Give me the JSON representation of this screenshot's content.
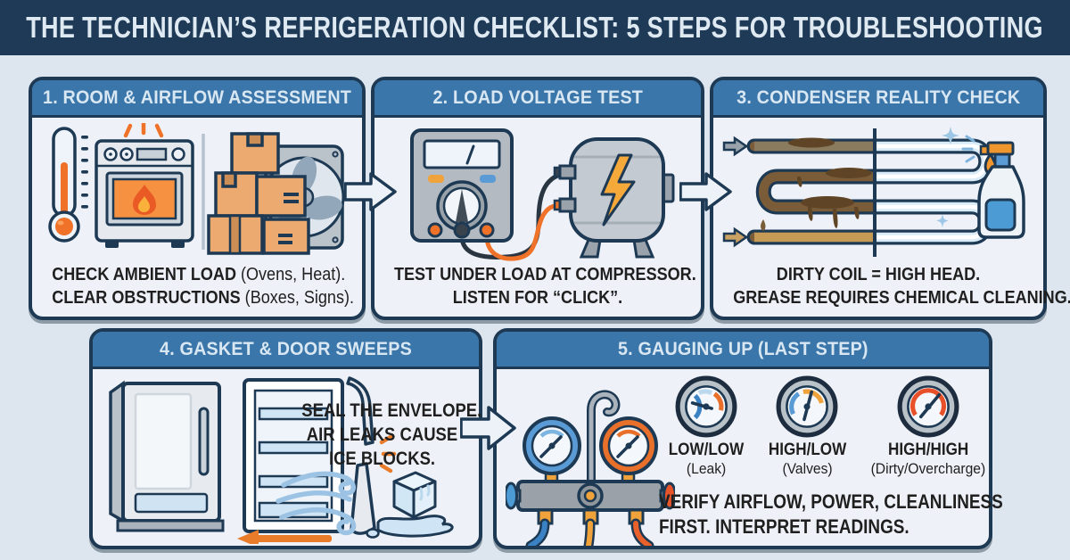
{
  "banner": {
    "title": "THE TECHNICIAN’S REFRIGERATION CHECKLIST: 5 STEPS FOR TROUBLESHOOTING"
  },
  "colors": {
    "banner_bg": "#1e3a56",
    "page_bg": "#dde6ef",
    "card_header_bg": "#3a76a9",
    "card_header_text": "#d9e7f3",
    "card_body_bg": "#eef2f8",
    "card_border": "#1d3953",
    "caption_text": "#1f1f1f",
    "accent_orange": "#f07228",
    "accent_blue": "#4d9bd5",
    "dirty_brown": "#7b5c38",
    "clean_blue": "#d9ecf8"
  },
  "steps": [
    {
      "title": "1.  ROOM & AIRFLOW ASSESSMENT",
      "caption": [
        {
          "bold": "CHECK AMBIENT LOAD",
          "regular": " (Ovens, Heat)."
        },
        {
          "bold": "CLEAR OBSTRUCTIONS",
          "regular": " (Boxes, Signs)."
        }
      ],
      "icons": [
        "thermometer-icon",
        "oven-icon",
        "boxes-icon",
        "fan-icon"
      ]
    },
    {
      "title": "2. LOAD VOLTAGE TEST",
      "caption": [
        {
          "bold": "TEST UNDER LOAD AT COMPRESSOR.",
          "regular": ""
        },
        {
          "bold": "LISTEN FOR “CLICK”.",
          "regular": ""
        }
      ],
      "icons": [
        "multimeter-icon",
        "compressor-icon"
      ]
    },
    {
      "title": "3. CONDENSER REALITY CHECK",
      "caption": [
        {
          "bold": "DIRTY COIL = HIGH HEAD.",
          "regular": ""
        },
        {
          "bold": "GREASE REQUIRES CHEMICAL CLEANING.",
          "regular": ""
        }
      ],
      "icons": [
        "condenser-coil-icon",
        "spray-bottle-icon",
        "sparkle-icon"
      ]
    },
    {
      "title": "4. GASKET & DOOR SWEEPS",
      "caption": [
        {
          "bold": "SEAL THE ENVELOPE.",
          "regular": ""
        },
        {
          "bold": "AIR LEAKS CAUSE",
          "regular": ""
        },
        {
          "bold": "ICE BLOCKS.",
          "regular": ""
        }
      ],
      "icons": [
        "refrigerator-icon",
        "open-door-icon",
        "airflow-icon",
        "ice-cube-icon"
      ]
    },
    {
      "title": "5. GAUGING UP (LAST STEP)",
      "legend": [
        {
          "label": "LOW/LOW",
          "sub": "(Leak)"
        },
        {
          "label": "HIGH/LOW",
          "sub": "(Valves)"
        },
        {
          "label": "HIGH/HIGH",
          "sub": "(Dirty/Overcharge)"
        }
      ],
      "caption": [
        {
          "bold": "VERIFY AIRFLOW, POWER, CLEANLINESS",
          "regular": ""
        },
        {
          "bold": "FIRST. INTERPRET READINGS.",
          "regular": ""
        }
      ],
      "icons": [
        "manifold-gauges-icon",
        "gauge-low-low-icon",
        "gauge-high-low-icon",
        "gauge-high-high-icon"
      ]
    }
  ]
}
